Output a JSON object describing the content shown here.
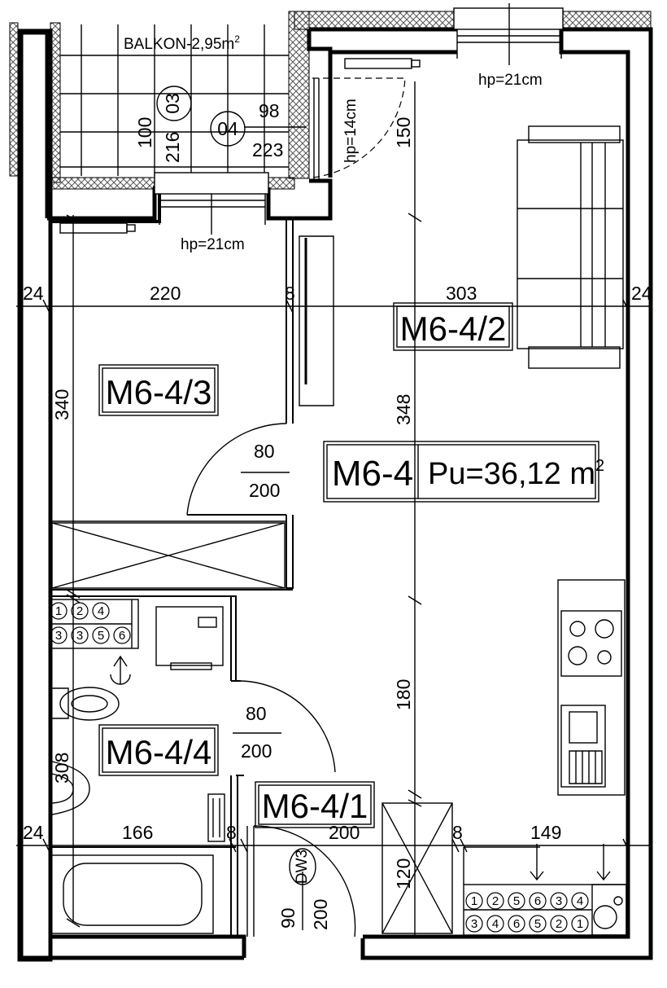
{
  "balcony": {
    "label": "BALKON-2,95m",
    "label_sup": "2",
    "door_03": {
      "tag": "03",
      "width": "100",
      "height": "216"
    },
    "door_04": {
      "tag": "04",
      "width": "98",
      "height": "223"
    }
  },
  "sill_heights": {
    "top_window": "hp=21cm",
    "balcony_door": "hp=21cm",
    "side": "hp=14cm"
  },
  "dimensions": {
    "top": [
      "24",
      "220",
      "8",
      "303",
      "24"
    ],
    "bottom": [
      "24",
      "166",
      "8",
      "200",
      "8",
      "149"
    ],
    "vertical": [
      "150",
      "348",
      "180",
      "120",
      "340",
      "308"
    ]
  },
  "rooms": {
    "bedroom": "M6-4/3",
    "living": "M6-4/2",
    "bathroom": "M6-4/4",
    "hall": "M6-4/1"
  },
  "apartment": {
    "id": "M6-4",
    "area_label": "Pu=36,12 m",
    "area_sup": "2"
  },
  "doors": {
    "bedroom": {
      "width": "80",
      "height": "200"
    },
    "bathroom": {
      "width": "80",
      "height": "200"
    },
    "entrance": {
      "tag": "DW3",
      "width": "90",
      "height": "200"
    }
  },
  "installations": {
    "bath_top": [
      "1",
      "2",
      "4"
    ],
    "bath_bottom": [
      "3",
      "3",
      "5",
      "6"
    ],
    "kitchen_top": [
      "1",
      "2",
      "5",
      "6",
      "3",
      "4"
    ],
    "kitchen_bottom": [
      "3",
      "4",
      "6",
      "5",
      "2",
      "1"
    ]
  }
}
